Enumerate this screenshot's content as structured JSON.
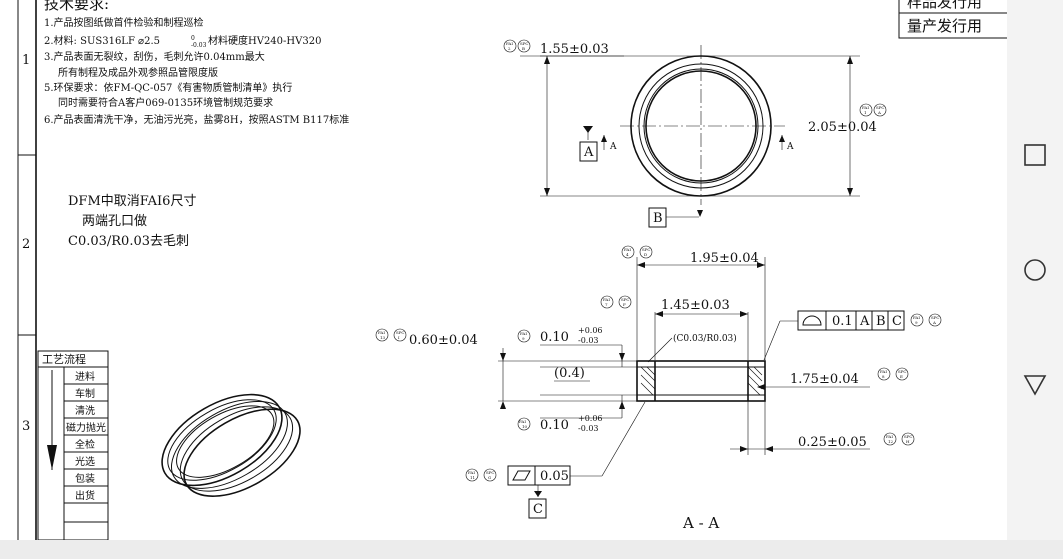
{
  "title_block": {
    "row1": "样品发行用",
    "row2": "量产发行用"
  },
  "tech_req": {
    "title": "技术要求:",
    "lines": [
      "1.产品按图纸做首件检验和制程巡检",
      "2.材料: SUS316LF  ⌀2.5",
      "材料硬度HV240-HV320",
      "3.产品表面无裂纹，刮伤，毛刺允许0.04mm最大",
      "所有制程及成品外观参照品管限度版",
      "5.环保要求：依FM-QC-057《有害物质管制清单》执行",
      "同时需要符合A客户069-0135环境管制规范要求",
      "6.产品表面清洗干净，无油污光亮，盐雾8H，按照ASTM B117标准"
    ],
    "tol_upper": "0",
    "tol_lower": "-0.03"
  },
  "zones": [
    "1",
    "2",
    "3"
  ],
  "dfm_note": [
    "DFM中取消FAI6尺寸",
    "两端孔口做",
    "C0.03/R0.03去毛刺"
  ],
  "process": {
    "title": "工艺流程",
    "steps": [
      "进料",
      "车制",
      "清洗",
      "磁力抛光",
      "全检",
      "光选",
      "包装",
      "出货"
    ]
  },
  "top_view": {
    "dim_od": "1.55±0.03",
    "dim_h": "2.05±0.04",
    "datum_a": "A",
    "section_mark": "A",
    "datum_b": "B"
  },
  "section_view": {
    "dim_195": "1.95±0.04",
    "dim_145": "1.45±0.03",
    "chamfer": "(C0.03/R0.03)",
    "dim_060": "0.60±0.04",
    "dim_010_top": "0.10",
    "dim_010_bot": "0.10",
    "tol_up": "+0.06",
    "tol_lo": "-0.03",
    "dim_04": "(0.4)",
    "dim_175": "1.75±0.04",
    "dim_025": "0.25±0.05",
    "profile_tol": "0.1",
    "profile_datums": [
      "A",
      "B",
      "C"
    ],
    "flat_tol": "0.05",
    "datum_c": "C",
    "section_label": "A - A"
  },
  "fai_labels": {
    "f1": [
      "FAI",
      "2"
    ],
    "f1s": [
      "SPC",
      "B"
    ],
    "f2": [
      "FAI",
      "1"
    ],
    "f2s": [
      "SPC",
      "A"
    ],
    "f3": [
      "FAI",
      "4"
    ],
    "f3s": [
      "SPC",
      "D"
    ],
    "f4": [
      "FAI",
      "7"
    ],
    "f4s": [
      "SPC",
      "F"
    ],
    "f5": [
      "FAI",
      "13"
    ],
    "f5s": [
      "SPC",
      "I"
    ],
    "f6": [
      "FAI",
      "9"
    ],
    "f7": [
      "FAI",
      "10"
    ],
    "f8": [
      "FAI",
      "8"
    ],
    "f8s": [
      "SPC",
      "E"
    ],
    "f9": [
      "FAI",
      "9"
    ],
    "f9s": [
      "SPC",
      "A"
    ],
    "f10": [
      "FAI",
      "11"
    ],
    "f10s": [
      "SPC",
      "G"
    ],
    "f11": [
      "FAI",
      "12"
    ],
    "f11s": [
      "SPC",
      "H"
    ]
  },
  "nav": [
    "square-button",
    "circle-button",
    "triangle-button"
  ]
}
